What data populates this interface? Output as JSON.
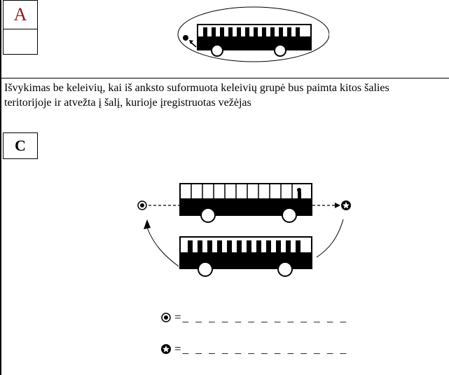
{
  "section_a": {
    "label": "A"
  },
  "section_c": {
    "label": "C",
    "description": "Išvykimas be keleivių, kai iš anksto suformuota keleivių grupė bus paimta kitos šalies teritorijoje ir atvežta į šalį, kurioje įregistruotas vežėjas"
  },
  "legend": [
    {
      "icon": "circle-dot-icon",
      "equals": "=",
      "blank": "_ _ _ _ _ _ _ _ _ _ _ _ _"
    },
    {
      "icon": "star-circle-icon",
      "equals": "=",
      "blank": "_ _ _ _ _ _ _ _ _ _ _ _ _"
    }
  ]
}
